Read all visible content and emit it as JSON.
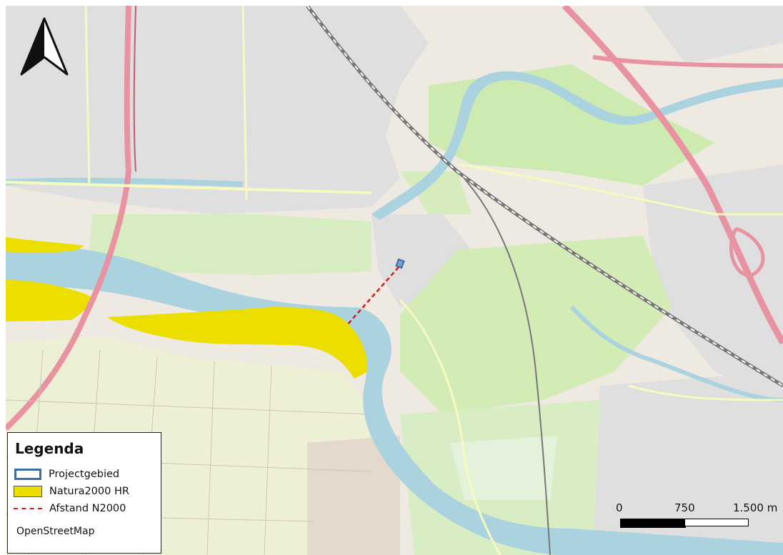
{
  "legend": {
    "title": "Legenda",
    "items": [
      {
        "label": "Projectgebied",
        "symbol": "outline-blue"
      },
      {
        "label": "Natura2000 HR",
        "symbol": "fill-yellow"
      },
      {
        "label": "Afstand N2000",
        "symbol": "dashed-red-line"
      }
    ],
    "credit": "OpenStreetMap"
  },
  "scalebar": {
    "labels": [
      "0",
      "750",
      "1.500 m"
    ]
  },
  "north_arrow": {
    "icon": "north-arrow-icon"
  },
  "colors": {
    "water": "#aad3df",
    "natura2000": "#ecdf00",
    "project_outline": "#3a6ea5",
    "distance_line": "#d7191c",
    "motorway": "#e892a2",
    "residential": "#e0dfdf",
    "grass": "#cdebb0",
    "farmland": "#eef0d5",
    "rail": "#777777"
  }
}
